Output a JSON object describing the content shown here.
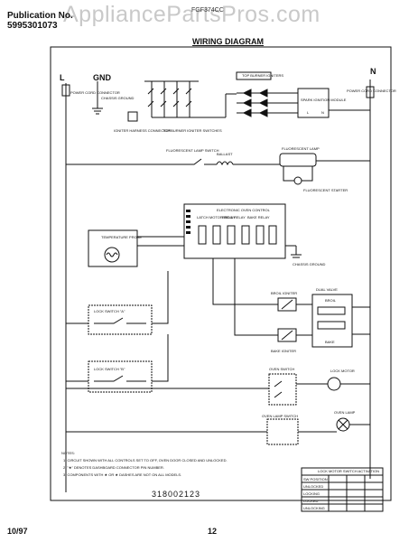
{
  "header": {
    "publication_label": "Publication No.",
    "publication_number": "5995301073",
    "watermark": "AppliancePartsPros.com",
    "model": "FGF374CC",
    "title": "WIRING DIAGRAM"
  },
  "terminals": {
    "line": "L",
    "ground": "GND",
    "neutral": "N"
  },
  "components": {
    "power_cord_left": "POWER CORD CONNECTOR",
    "chassis_ground": "CHASSIS GROUND",
    "igniter_harness": "IGNITER HARNESS CONNECTOR",
    "top_burner_switches": "TOP BURNER IGNITER SWITCHES",
    "top_burner_igniters": "TOP BURNER IGNITERS",
    "spark_module": "SPARK IGNITION MODULE",
    "power_cord_right": "POWER CORD CONNECTOR",
    "fluorescent_lamp_switch": "FLUORESCENT LAMP SWITCH",
    "ballast": "BALLAST",
    "fluorescent_lamp": "FLUORESCENT LAMP",
    "fluorescent_starter": "FLUORESCENT STARTER",
    "electronic_control": "ELECTRONIC OVEN CONTROL",
    "latch_relay": "LATCH MOTOR RELAY",
    "broil_relay": "BROIL RELAY",
    "bake_relay": "BAKE RELAY",
    "temp_probe": "TEMPERATURE PROBE",
    "lock_switch_a": "LOCK SWITCH \"A\"",
    "lock_switch_b": "LOCK SWITCH \"B\"",
    "chassis_ground_2": "CHASSIS GROUND",
    "broil_igniter": "BROIL IGNITER",
    "dual_valve": "DUAL VALVE",
    "broil": "BROIL",
    "bake": "BAKE",
    "bake_igniter": "BAKE IGNITER",
    "oven_switch": "OVEN SWITCH",
    "lock_motor": "LOCK MOTOR",
    "oven_lamp_switch": "OVEN LAMP SWITCH",
    "oven_lamp": "OVEN LAMP"
  },
  "notes": {
    "heading": "NOTES:",
    "items": [
      "1. CIRCUIT SHOWN WITH ALL CONTROLS SET TO OFF, OVEN DOOR CLOSED AND UNLOCKED.",
      "2. \"★\" DENOTES DASHBOARD CONNECTOR PIN NUMBER.",
      "3. COMPONENTS WITH ★ OR ★ DASHES ARE NOT ON ALL MODELS."
    ]
  },
  "table": {
    "title": "LOCK MOTOR SWITCH ACTIVATION",
    "rows": [
      "SW POSITION",
      "UNLOCKED",
      "LOCKING",
      "LOCKED",
      "UNLOCKING"
    ]
  },
  "part_number": "318002123",
  "footer": {
    "date": "10/97",
    "page": "12"
  }
}
